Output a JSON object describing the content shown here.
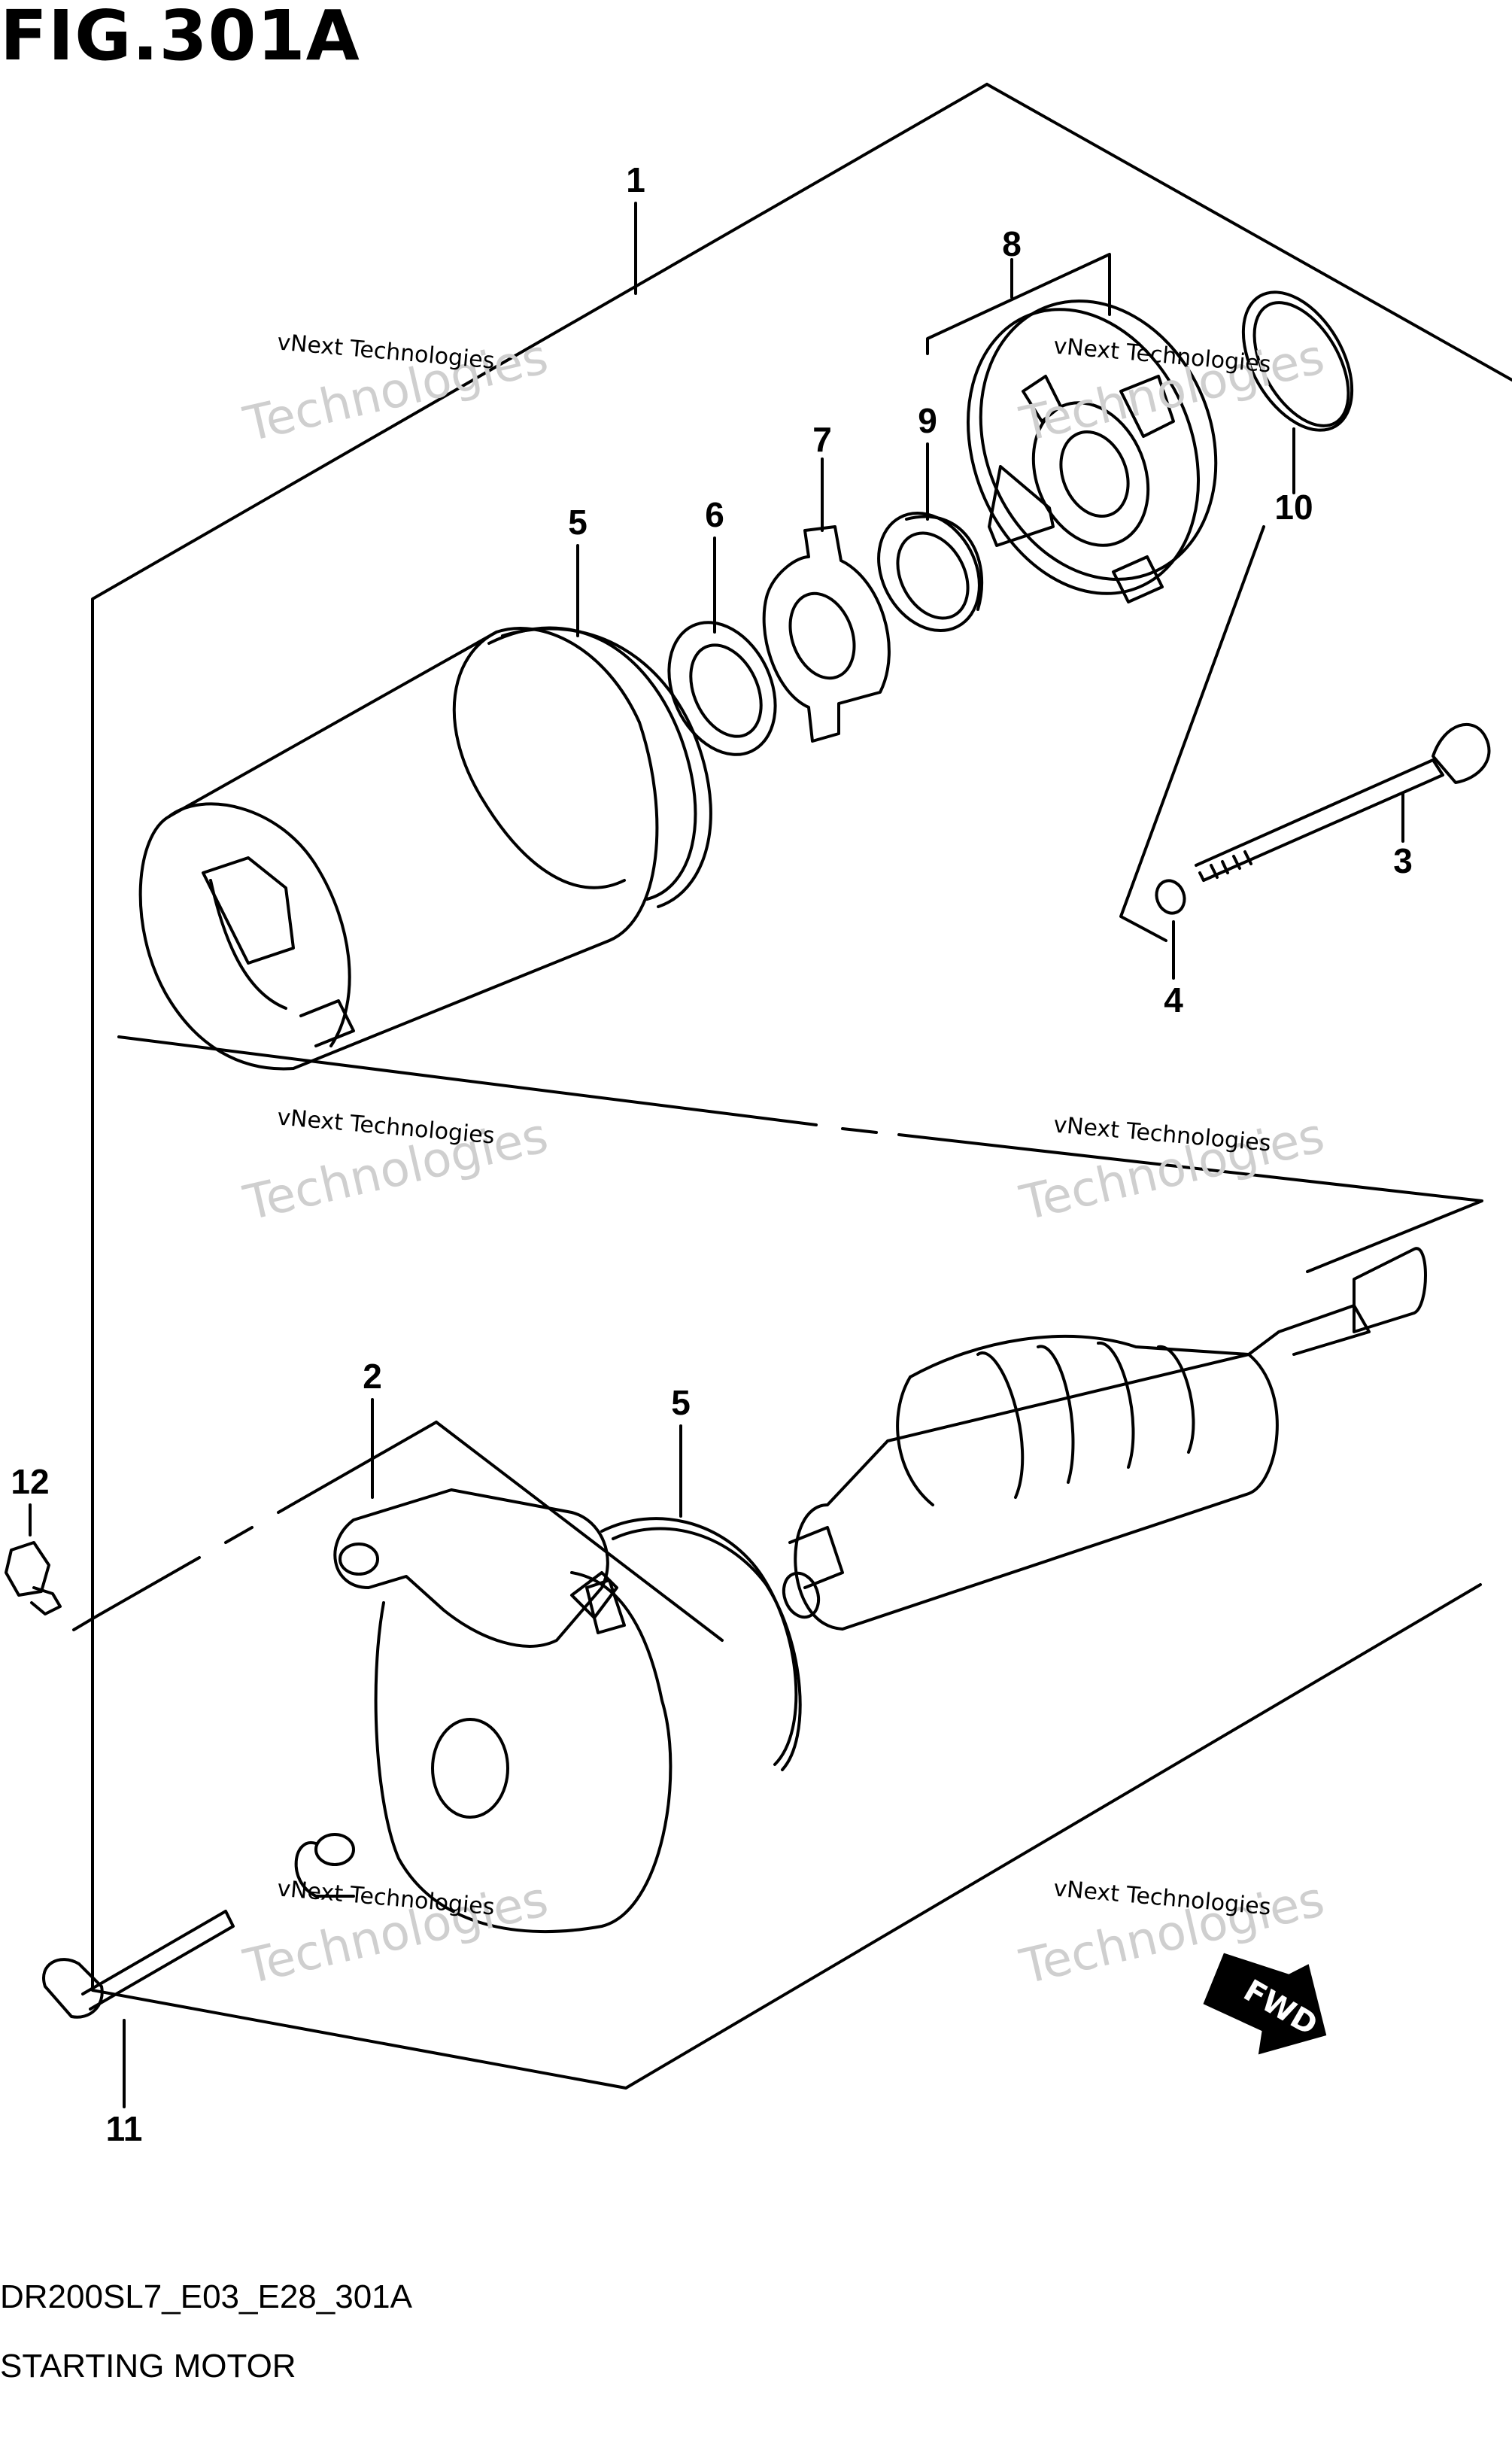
{
  "figure_title": "FIG.301A",
  "footer": {
    "code": "DR200SL7_E03_E28_301A",
    "title": "STARTING MOTOR"
  },
  "callouts": {
    "c1": "1",
    "c2": "2",
    "c3": "3",
    "c4": "4",
    "c5a": "5",
    "c5b": "5",
    "c6": "6",
    "c7": "7",
    "c8": "8",
    "c9": "9",
    "c10": "10",
    "c11": "11",
    "c12": "12"
  },
  "watermark": {
    "small": "vNext Technologies",
    "big": "Technologies",
    "mid": "vNext"
  },
  "fwd_label": "FWD"
}
